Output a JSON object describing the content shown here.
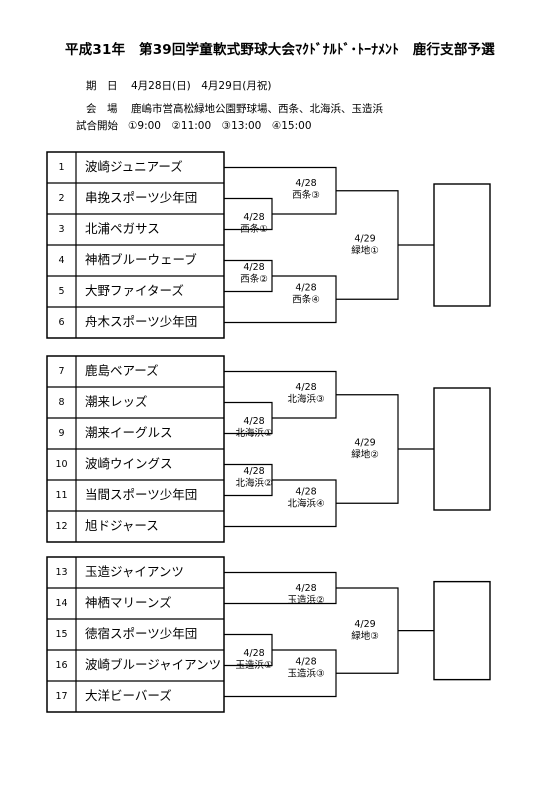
{
  "title": "平成31年　第39回学童軟式野球大会ﾏｸﾄﾞﾅﾙﾄﾞ･ﾄｰﾅﾒﾝﾄ　鹿行支部予選",
  "info": {
    "date_label": "期　日",
    "date_value": "4月28日(日)　4月29日(月祝)",
    "venue_label": "会　場",
    "venue_value": "鹿嶋市営高松緑地公園野球場、西条、北海浜、玉造浜",
    "start_label": "試合開始",
    "start_value": "①9:00　②11:00　③13:00　④15:00"
  },
  "groups": [
    {
      "teams": [
        {
          "num": "1",
          "name": "波崎ジュニアーズ"
        },
        {
          "num": "2",
          "name": "串挽スポーツ少年団"
        },
        {
          "num": "3",
          "name": "北浦ペガサス"
        },
        {
          "num": "4",
          "name": "神栖ブルーウェーブ"
        },
        {
          "num": "5",
          "name": "大野ファイターズ"
        },
        {
          "num": "6",
          "name": "舟木スポーツ少年団"
        }
      ],
      "matches": {
        "r1a": {
          "date": "4/28",
          "venue": "西条①"
        },
        "r1b": {
          "date": "4/28",
          "venue": "西条②"
        },
        "r2a": {
          "date": "4/28",
          "venue": "西条③"
        },
        "r2b": {
          "date": "4/28",
          "venue": "西条④"
        },
        "final": {
          "date": "4/29",
          "venue": "緑地①"
        }
      }
    },
    {
      "teams": [
        {
          "num": "7",
          "name": "鹿島ベアーズ"
        },
        {
          "num": "8",
          "name": "潮来レッズ"
        },
        {
          "num": "9",
          "name": "潮来イーグルス"
        },
        {
          "num": "10",
          "name": "波崎ウイングス"
        },
        {
          "num": "11",
          "name": "当間スポーツ少年団"
        },
        {
          "num": "12",
          "name": "旭ドジャース"
        }
      ],
      "matches": {
        "r1a": {
          "date": "4/28",
          "venue": "北海浜①"
        },
        "r1b": {
          "date": "4/28",
          "venue": "北海浜②"
        },
        "r2a": {
          "date": "4/28",
          "venue": "北海浜③"
        },
        "r2b": {
          "date": "4/28",
          "venue": "北海浜④"
        },
        "final": {
          "date": "4/29",
          "venue": "緑地②"
        }
      }
    },
    {
      "teams": [
        {
          "num": "13",
          "name": "玉造ジャイアンツ"
        },
        {
          "num": "14",
          "name": "神栖マリーンズ"
        },
        {
          "num": "15",
          "name": "徳宿スポーツ少年団"
        },
        {
          "num": "16",
          "name": "波崎ブルージャイアンツ"
        },
        {
          "num": "17",
          "name": "大洋ビーバーズ"
        }
      ],
      "matches": {
        "r1b": {
          "date": "4/28",
          "venue": "玉造浜①"
        },
        "r2a": {
          "date": "4/28",
          "venue": "玉造浜②"
        },
        "r2b": {
          "date": "4/28",
          "venue": "玉造浜③"
        },
        "final": {
          "date": "4/29",
          "venue": "緑地③"
        }
      }
    }
  ]
}
